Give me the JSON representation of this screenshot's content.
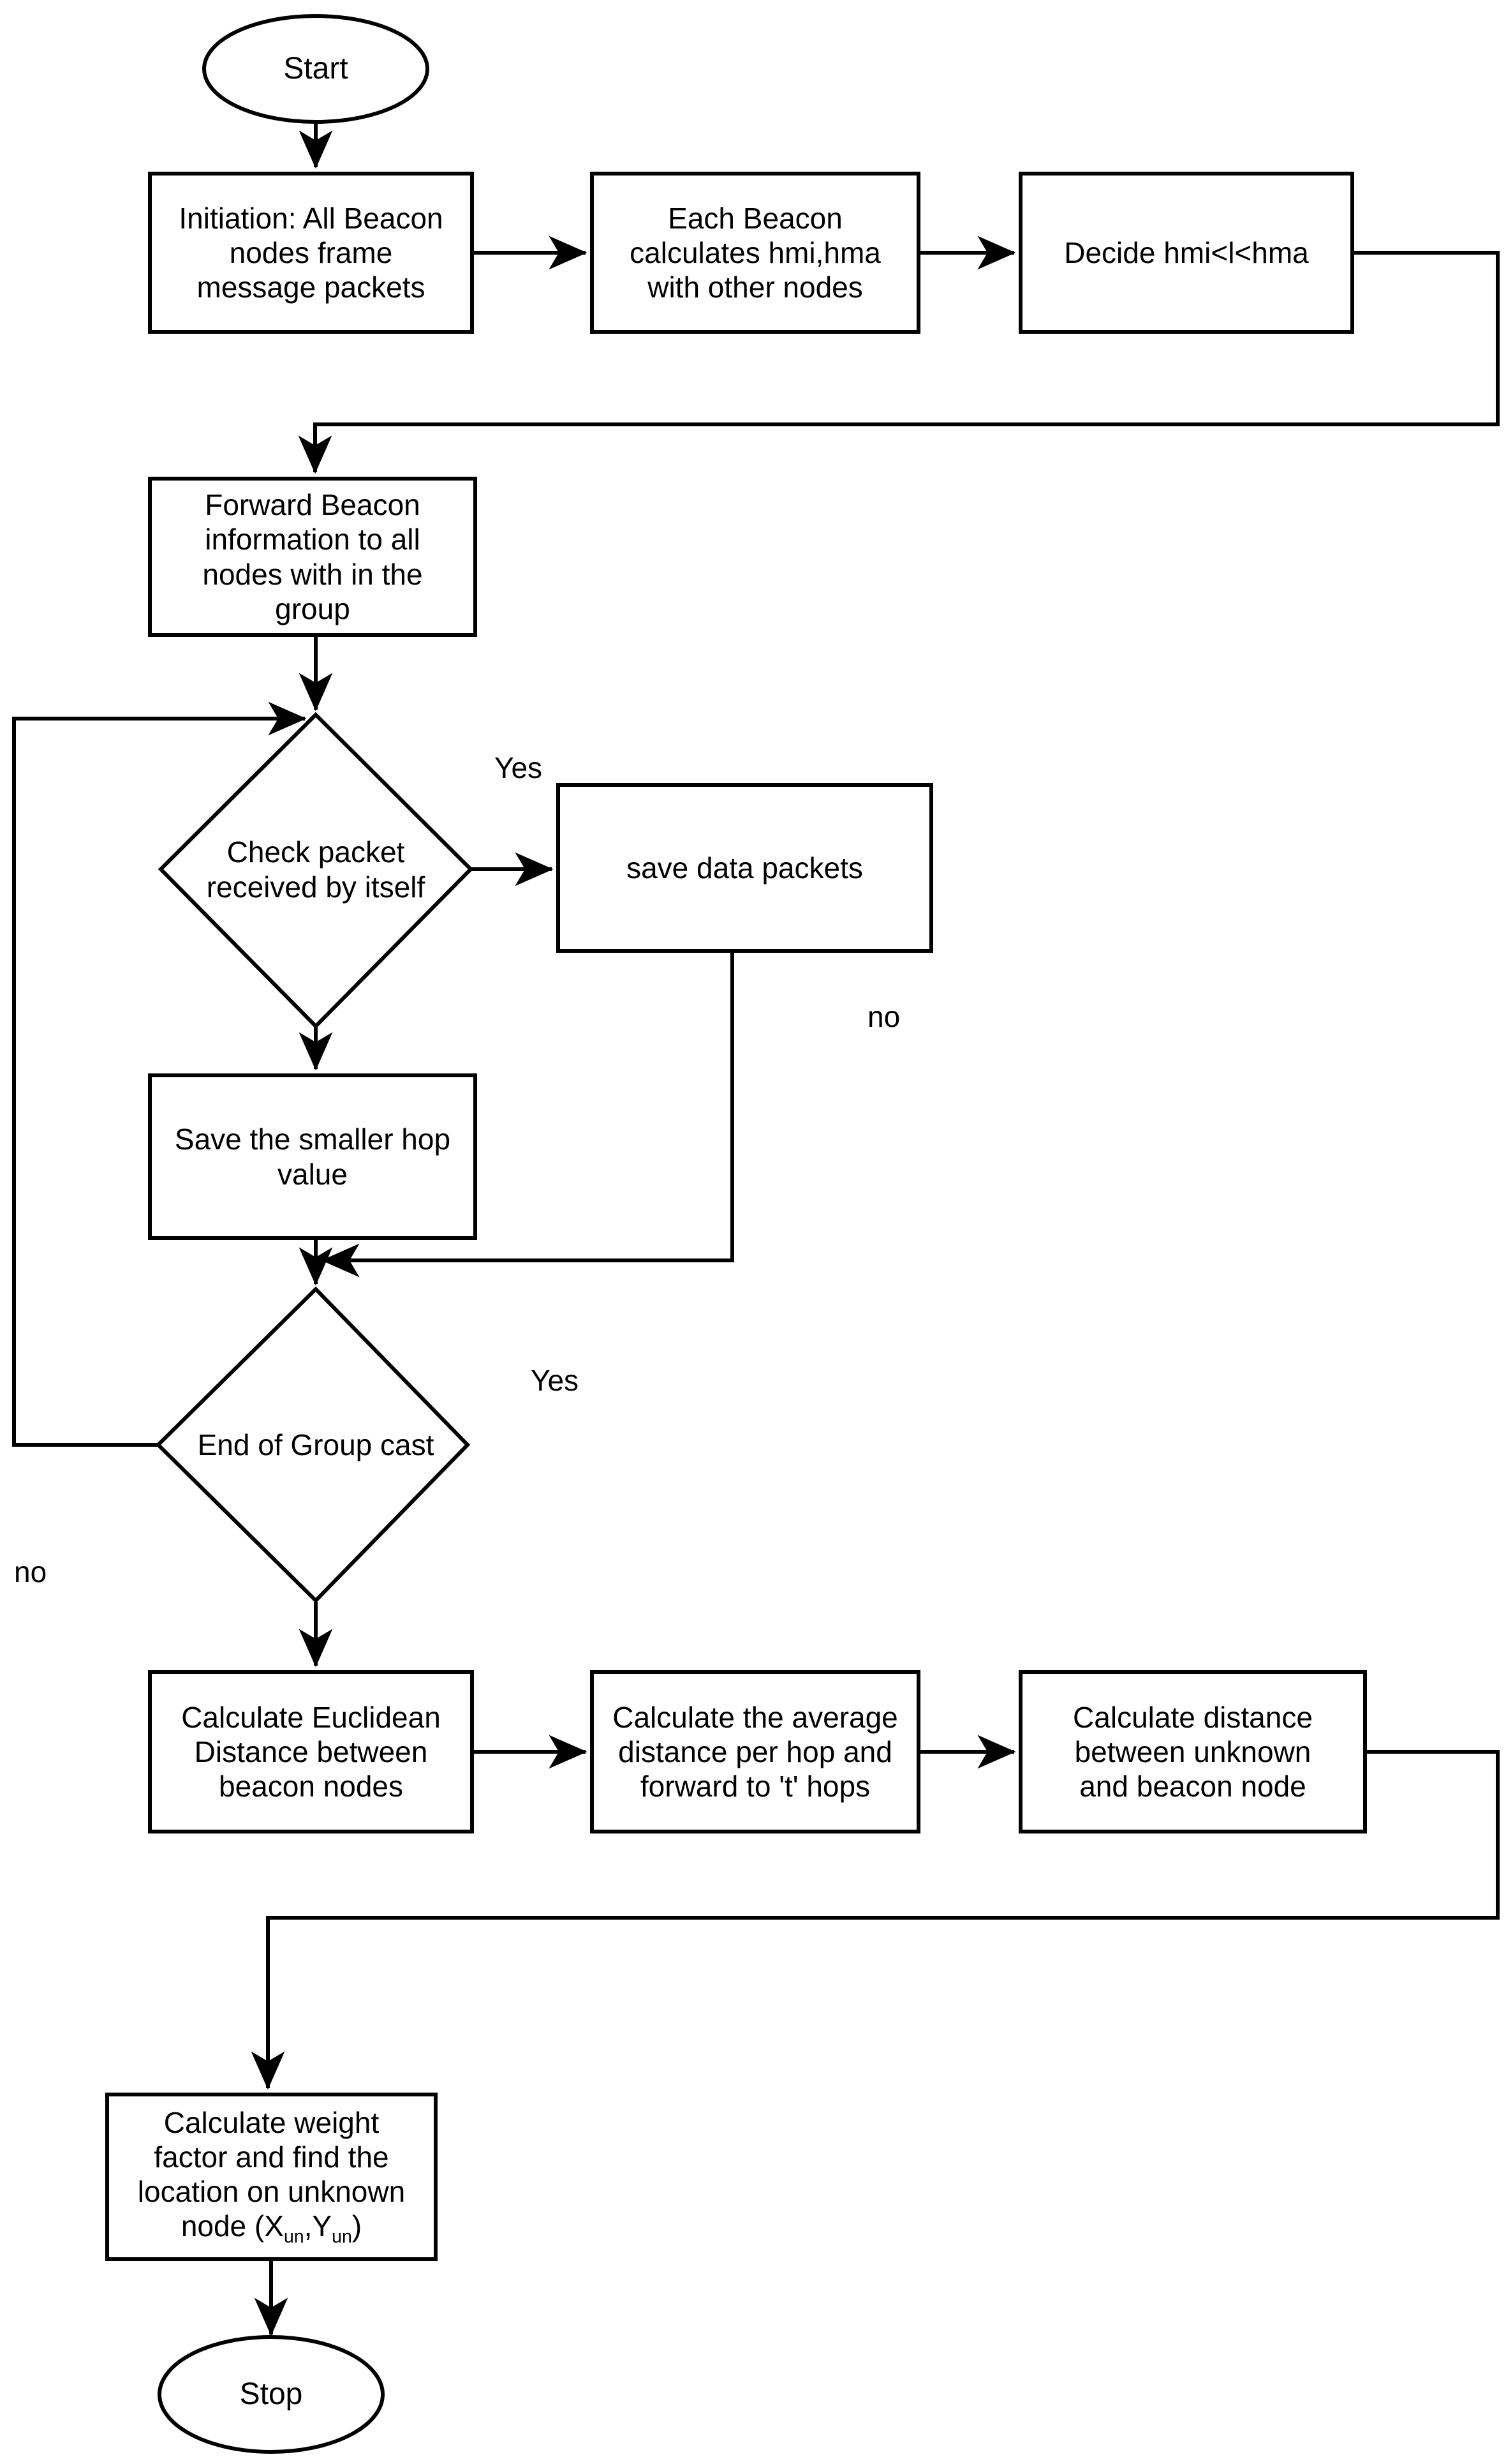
{
  "diagram": {
    "title": "Localization algorithm flowchart",
    "type": "flowchart",
    "colors": {
      "stroke": "#000000",
      "fill": "#ffffff",
      "text": "#000000"
    }
  },
  "nodes": {
    "start": {
      "label": "Start",
      "shape": "ellipse"
    },
    "initiation": {
      "label": "Initiation: All Beacon\nnodes frame\nmessage packets",
      "shape": "process"
    },
    "each_beacon": {
      "label": "Each Beacon\ncalculates hmi,hma\nwith other nodes",
      "shape": "process"
    },
    "decide": {
      "label": "Decide hmi<l<hma",
      "shape": "process"
    },
    "forward_beacon": {
      "label": "Forward Beacon\ninformation to all\nnodes with in the\ngroup",
      "shape": "process"
    },
    "check_packet": {
      "label": "Check packet\nreceived by itself",
      "shape": "decision"
    },
    "save_data_packets": {
      "label": "save data packets",
      "shape": "process"
    },
    "save_smaller_hop": {
      "label": "Save the  smaller hop\nvalue",
      "shape": "process"
    },
    "end_of_group_cast": {
      "label": "End of Group cast",
      "shape": "decision"
    },
    "calc_euclidean": {
      "label": "Calculate Euclidean\nDistance between\nbeacon nodes",
      "shape": "process"
    },
    "calc_average": {
      "label": "Calculate the average\ndistance per hop and\nforward to 't' hops",
      "shape": "process"
    },
    "calc_distance": {
      "label": "Calculate distance\nbetween unknown\nand beacon node",
      "shape": "process"
    },
    "calc_weight": {
      "label_line1": "Calculate weight",
      "label_line2": "factor and find the",
      "label_line3": "location on unknown",
      "label_line4_pre": "node (X",
      "label_line4_sub1": "un",
      "label_line4_mid": ",Y",
      "label_line4_sub2": "un",
      "label_line4_post": ")",
      "shape": "process"
    },
    "stop": {
      "label": "Stop",
      "shape": "ellipse"
    }
  },
  "edge_labels": {
    "check_packet_yes": "Yes",
    "check_packet_no": "no",
    "end_group_yes": "Yes",
    "end_group_no": "no"
  }
}
